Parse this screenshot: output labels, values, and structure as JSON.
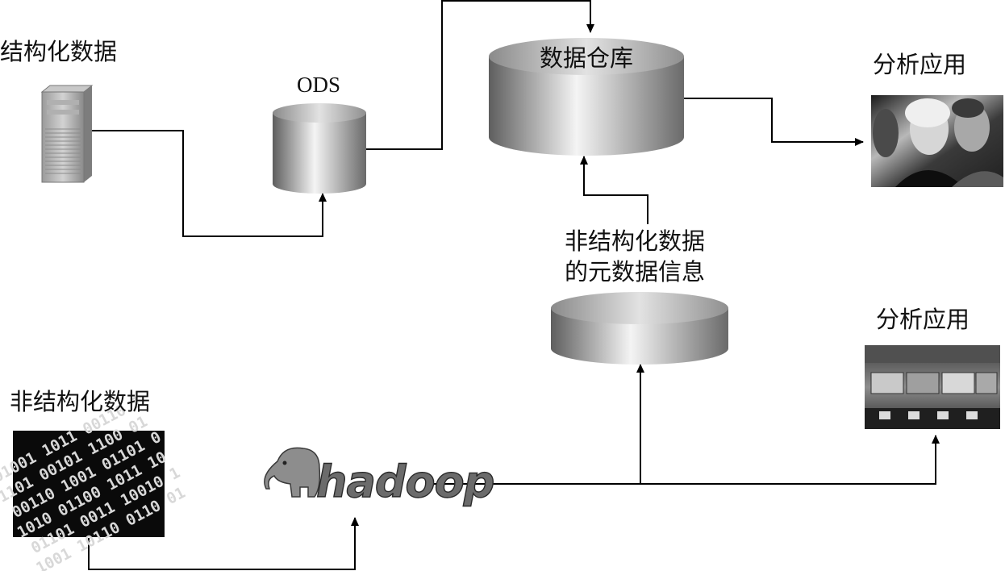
{
  "labels": {
    "structured_data": "结构化数据",
    "ods": "ODS",
    "data_warehouse": "数据仓库",
    "analytics_top": "分析应用",
    "unstructured_metadata_line1": "非结构化数据",
    "unstructured_metadata_line2": "的元数据信息",
    "analytics_bottom": "分析应用",
    "unstructured_data": "非结构化数据",
    "hadoop": "hadoop"
  },
  "icons": {
    "server": "server-tower-icon",
    "ods": "database-cylinder-icon",
    "warehouse": "database-cylinder-icon",
    "metadata_store": "database-cylinder-icon",
    "analytics_top": "people-photo",
    "analytics_bottom": "control-room-photo",
    "binary": "binary-code-image",
    "hadoop": "hadoop-elephant-logo"
  },
  "colors": {
    "line": "#000000",
    "background": "#ffffff"
  }
}
